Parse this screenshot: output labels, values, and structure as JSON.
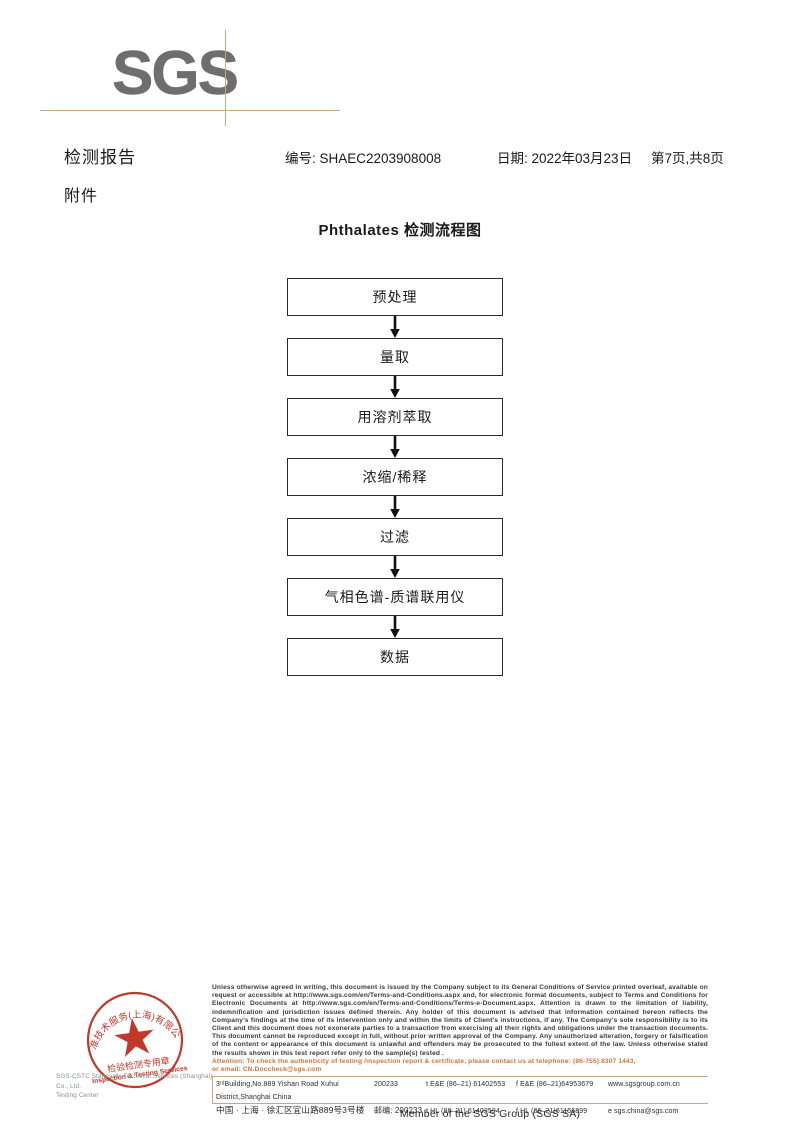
{
  "logo": {
    "text": "SGS",
    "accent_color": "#c8a882",
    "text_color": "#6e6e6e"
  },
  "header": {
    "title": "检测报告",
    "report_no": "编号: SHAEC2203908008",
    "date": "日期: 2022年03月23日",
    "page": "第7页,共8页",
    "subtitle": "附件"
  },
  "flowchart": {
    "title": "Phthalates 检测流程图",
    "steps": [
      {
        "label": "预处理"
      },
      {
        "label": "量取"
      },
      {
        "label": "用溶剂萃取"
      },
      {
        "label": "浓缩/稀释"
      },
      {
        "label": "过滤"
      },
      {
        "label": "气相色谱-质谱联用仪"
      },
      {
        "label": "数据"
      }
    ]
  },
  "seal": {
    "star": "★",
    "inner_cn": "检验检测专用章",
    "inner_en": "Inspection & Testing Services",
    "arc_cn": "标准技术服务(上海)有限公司",
    "color": "#c0392b",
    "caption_line1": "SGS-CSTC Standards Technical Services (Shanghai) Co., Ltd.",
    "caption_line2": "Testing Center"
  },
  "footer": {
    "legal_paragraph": "Unless otherwise agreed in writing, this document is issued by the Company subject to its General Conditions of Service printed overleaf, available on request or accessible at http://www.sgs.com/en/Terms-and-Conditions.aspx and, for electronic format documents, subject to Terms and Conditions for Electronic Documents at http://www.sgs.com/en/Terms-and-Conditions/Terms-e-Document.aspx. Attention is drawn to the limitation of liability, indemnification and jurisdiction issues defined therein. Any holder of this document is advised that information contained hereon reflects the Company's findings at the time of its intervention only and within the limits of Client's instructions, if any. The Company's sole responsibility is to its Client and this document does not exonerate parties to a transaction from exercising all their rights and obligations under the transaction documents. This document cannot be reproduced except in full, without prior written approval of the Company. Any unauthorized alteration, forgery or falsification of the content or appearance of this document is unlawful and offenders may be prosecuted to the fullest extent of the law. Unless otherwise stated the results shown in this test report refer only to the sample(s) tested .",
    "attention_line1": "Attention: To check the authenticity of testing /inspection report & certificate, please contact us at telephone: (86-755) 8307 1443,",
    "attention_line2": "or email: CN.Doccheck@sgs.com",
    "attention_color": "#c8763c",
    "address_en": "3ʳᵈBuilding,No.889 Yishan Road Xuhui District,Shanghai China",
    "postcode_en": "200233",
    "phone_en_1": "t E&E (86–21) 61402553",
    "phone_en_2": "f E&E (86–21)64953679",
    "web": "www.sgsgroup.com.cn",
    "address_cn": "中国 · 上海 · 徐汇区宜山路889号3号楼",
    "postcode_cn": "邮编: 200233",
    "phone_cn_1": "t HL (86–21) 61402594",
    "phone_cn_2": "f HL (86–21)61156899",
    "email": "e sgs.china@sgs.com",
    "member_line": "Member of the SGS Group (SGS SA)"
  }
}
